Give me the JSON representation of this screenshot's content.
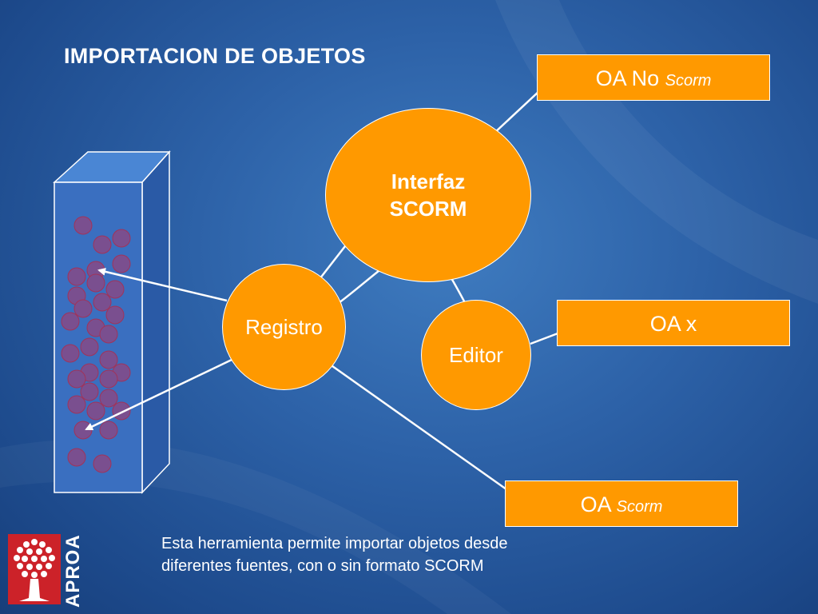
{
  "title": "IMPORTACION DE OBJETOS",
  "nodes": {
    "interfaz": {
      "line1": "Interfaz",
      "line2": "SCORM"
    },
    "registro": "Registro",
    "editor": "Editor"
  },
  "boxes": {
    "oa_no_scorm": {
      "main": "OA No ",
      "sub": "Scorm"
    },
    "oa_x": {
      "main": "OA x"
    },
    "oa_scorm": {
      "main": "OA ",
      "sub": "Scorm"
    }
  },
  "footnote": {
    "line1": "Esta herramienta permite importar objetos desde",
    "line2": "diferentes fuentes, con o sin formato SCORM"
  },
  "logo_text": "APROA",
  "colors": {
    "node_fill": "#ff9900",
    "background": "#2d62a8",
    "repository": "#3a6fc0",
    "ball": "#7a4f8f"
  },
  "icons": [
    "aproa-tree-logo-icon",
    "database-repository-icon"
  ]
}
